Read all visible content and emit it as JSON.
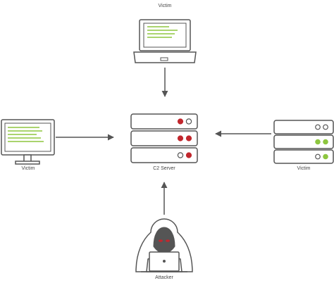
{
  "nodes": {
    "victim_laptop": {
      "label": "Victim",
      "icon": "laptop-icon"
    },
    "victim_monitor": {
      "label": "Victim",
      "icon": "monitor-icon"
    },
    "victim_server": {
      "label": "Victim",
      "icon": "server-icon"
    },
    "c2_server": {
      "label": "C2 Server",
      "icon": "server-icon"
    },
    "attacker": {
      "label": "Attacker",
      "icon": "hooded-hacker-icon"
    }
  },
  "colors": {
    "stroke": "#555555",
    "screen_lines": "#8dc63f",
    "c2_led": "#c1272d",
    "victim_led": "#8dc63f"
  }
}
